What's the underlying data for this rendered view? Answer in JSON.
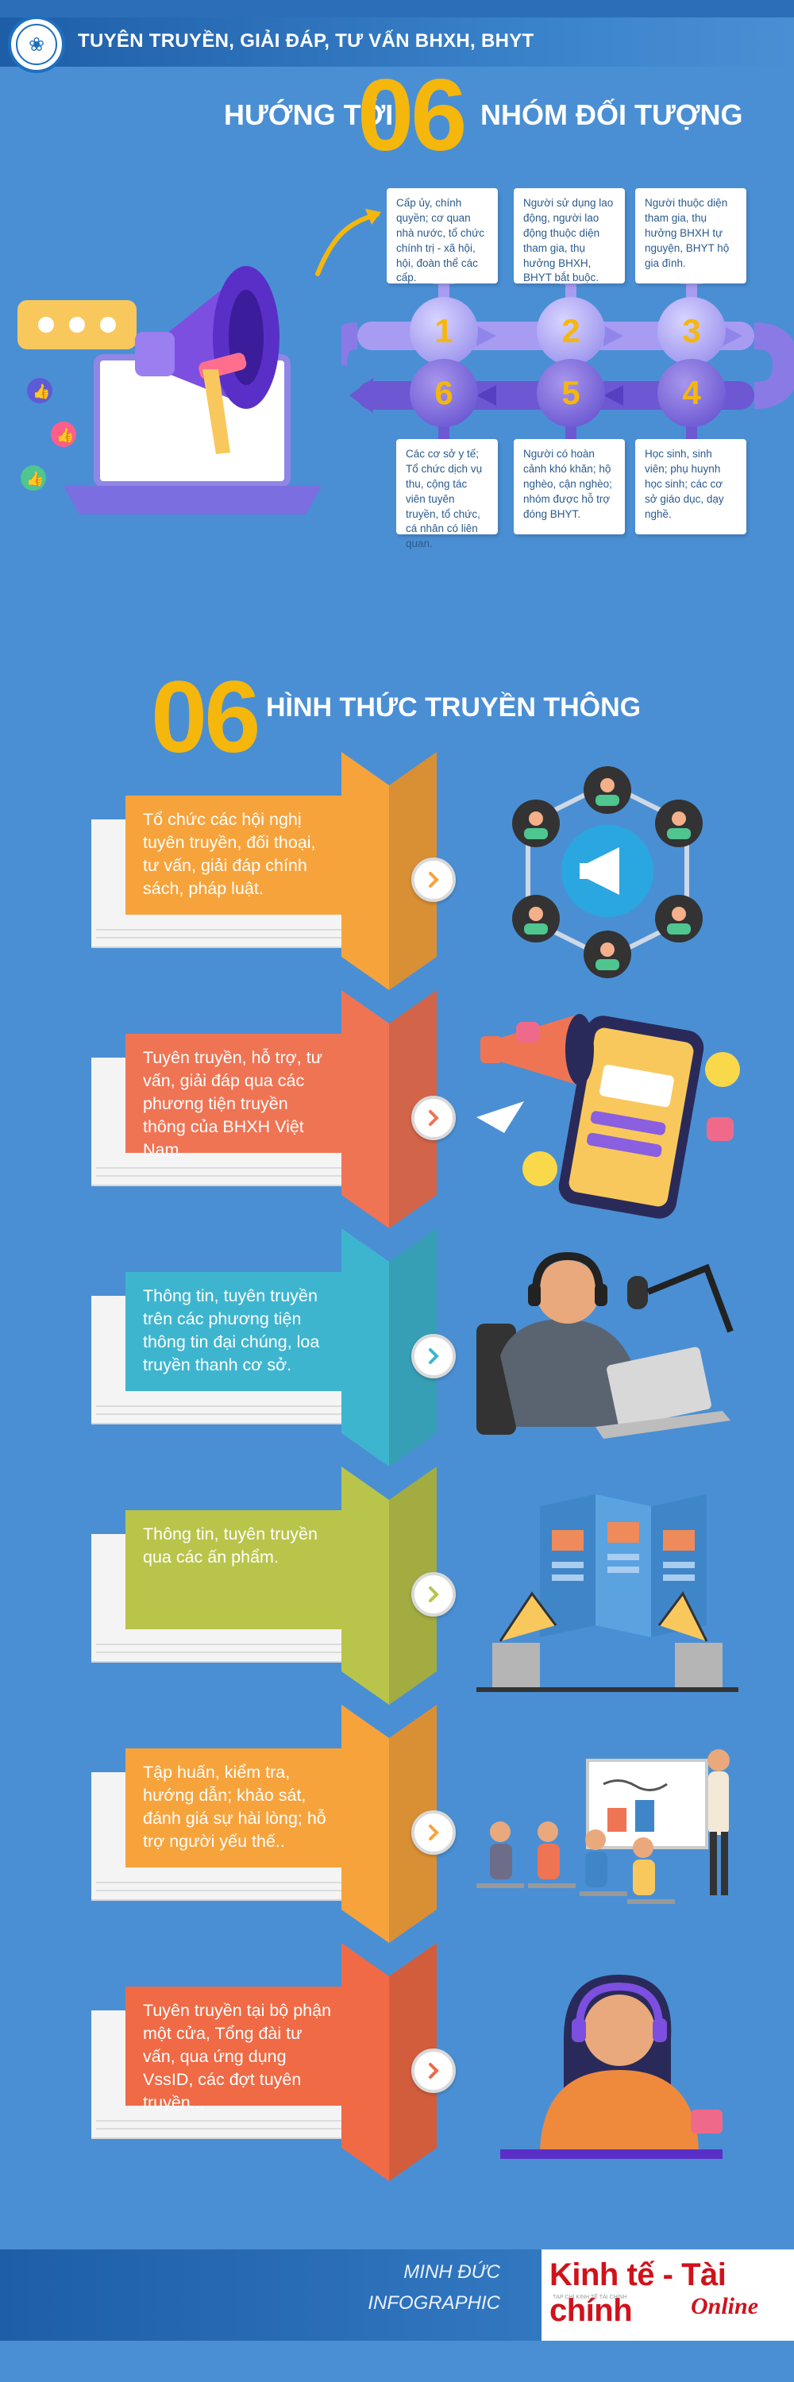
{
  "header": {
    "title": "TUYÊN TRUYỀN, GIẢI ĐÁP, TƯ VẤN BHXH, BHYT"
  },
  "section1": {
    "title_pre": "HƯỚNG TỚI",
    "title_number": "06",
    "title_post": "NHÓM ĐỐI TƯỢNG",
    "groups": [
      {
        "number": "1",
        "text": "Cấp ủy, chính quyền; cơ quan nhà nước, tổ chức chính trị - xã hội, hội, đoàn thể các cấp."
      },
      {
        "number": "2",
        "text": "Người sử dụng lao động, người lao động thuộc diện tham gia, thụ hưởng BHXH, BHYT bắt buộc."
      },
      {
        "number": "3",
        "text": "Người thuộc diện tham gia, thụ hưởng BHXH tự nguyện, BHYT hộ gia đình."
      },
      {
        "number": "4",
        "text": "Học sinh, sinh viên; phụ huynh học sinh; các cơ sở giáo dục, dạy nghề."
      },
      {
        "number": "5",
        "text": "Người có hoàn cảnh khó khăn; hộ nghèo, cận nghèo; nhóm được hỗ trợ đóng BHYT."
      },
      {
        "number": "6",
        "text": "Các cơ sở y tế; Tổ chức dịch vụ thu, cộng tác viên tuyên truyền, tổ chức, cá nhân có liên quan."
      }
    ]
  },
  "section2": {
    "title_number": "06",
    "title": "HÌNH THỨC TRUYỀN THÔNG",
    "items": [
      {
        "text": "Tổ chức các hội nghị tuyên truyền, đối thoại, tư vấn, giải đáp chính sách, pháp luật.",
        "color": "#f7a33c"
      },
      {
        "text": "Tuyên truyền, hỗ trợ, tư vấn, giải đáp qua các phương tiện truyền thông của BHXH Việt Nam.",
        "color": "#ef7454"
      },
      {
        "text": "Thông tin, tuyên truyền trên các phương tiện thông tin đại chúng, loa truyền thanh cơ sở.",
        "color": "#3eb5cf"
      },
      {
        "text": "Thông tin, tuyên truyền qua các ấn phẩm.",
        "color": "#b9c44a"
      },
      {
        "text": "Tập huấn, kiểm tra, hướng dẫn; khảo sát, đánh giá sự hài lòng; hỗ trợ người yếu thế..",
        "color": "#f7a33c"
      },
      {
        "text": "Tuyên truyền tại bộ phận một cửa, Tổng đài tư vấn, qua ứng dụng VssID, các đợt tuyên truyền...",
        "color": "#ef6a45"
      }
    ]
  },
  "footer": {
    "author": "MINH ĐỨC",
    "type": "INFOGRAPHIC",
    "brand_main": "Kinh tế - Tài chính",
    "brand_sub": "Online",
    "brand_tag": "TẠP CHÍ KINH TẾ TÀI CHÍNH"
  },
  "colors": {
    "background": "#4a8fd4",
    "accent": "#f5b70b",
    "card_text": "#2b5a8d",
    "brand": "#d0121b"
  }
}
